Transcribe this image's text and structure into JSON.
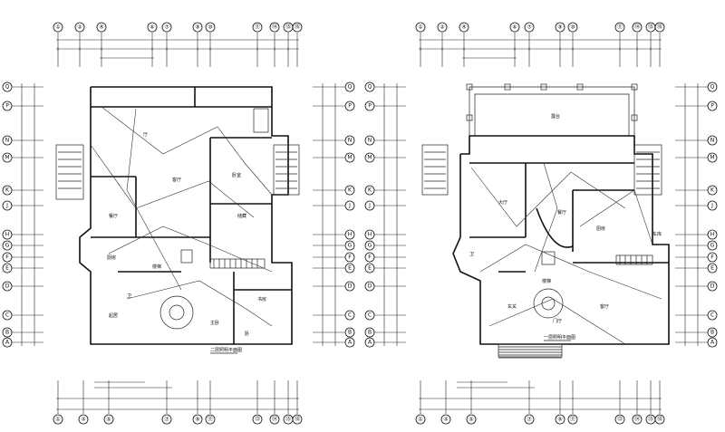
{
  "drawing": {
    "title_left": "",
    "title_right": "",
    "plans": [
      {
        "id": "left",
        "top_axes": [
          "①",
          "②",
          "④",
          "⑥",
          "⑦",
          "⑨",
          "⑩",
          "⑪",
          "⑭",
          "⑮",
          "⑯"
        ],
        "bottom_axes": [
          "①",
          "③",
          "⑤",
          "⑦",
          "⑨",
          "⑪",
          "⑬",
          "⑭",
          "⑮",
          "⑯"
        ],
        "left_axes": [
          "Q",
          "P",
          "N",
          "M",
          "K",
          "J",
          "H",
          "G",
          "F",
          "E",
          "D",
          "C",
          "B",
          "A"
        ],
        "right_axes": [
          "Q",
          "P",
          "N",
          "M",
          "K",
          "J",
          "H",
          "G",
          "F",
          "E",
          "D",
          "C",
          "B",
          "A"
        ],
        "room_labels": [
          "厅",
          "餐厅",
          "客厅",
          "卧室",
          "厨房",
          "卫",
          "楼梯",
          "储藏",
          "主卧",
          "书房",
          "卧",
          "起居"
        ],
        "caption": "二层照明平面图"
      },
      {
        "id": "right",
        "top_axes": [
          "①",
          "②",
          "④",
          "⑥",
          "⑦",
          "⑨",
          "⑩",
          "⑪",
          "⑭",
          "⑮",
          "⑯"
        ],
        "bottom_axes": [
          "①",
          "③",
          "⑤",
          "⑦",
          "⑨",
          "⑪",
          "⑬",
          "⑭",
          "⑮",
          "⑯"
        ],
        "left_axes": [
          "Q",
          "P",
          "N",
          "M",
          "K",
          "J",
          "H",
          "G",
          "F",
          "E",
          "D",
          "C",
          "B",
          "A"
        ],
        "right_axes": [
          "Q",
          "P",
          "N",
          "M",
          "K",
          "J",
          "H",
          "G",
          "F",
          "E",
          "D",
          "C",
          "B",
          "A"
        ],
        "room_labels": [
          "露台",
          "大厅",
          "餐厅",
          "厨房",
          "客厅",
          "卫",
          "楼梯",
          "车库",
          "门厅",
          "玄关"
        ],
        "caption": "一层照明平面图"
      }
    ]
  }
}
